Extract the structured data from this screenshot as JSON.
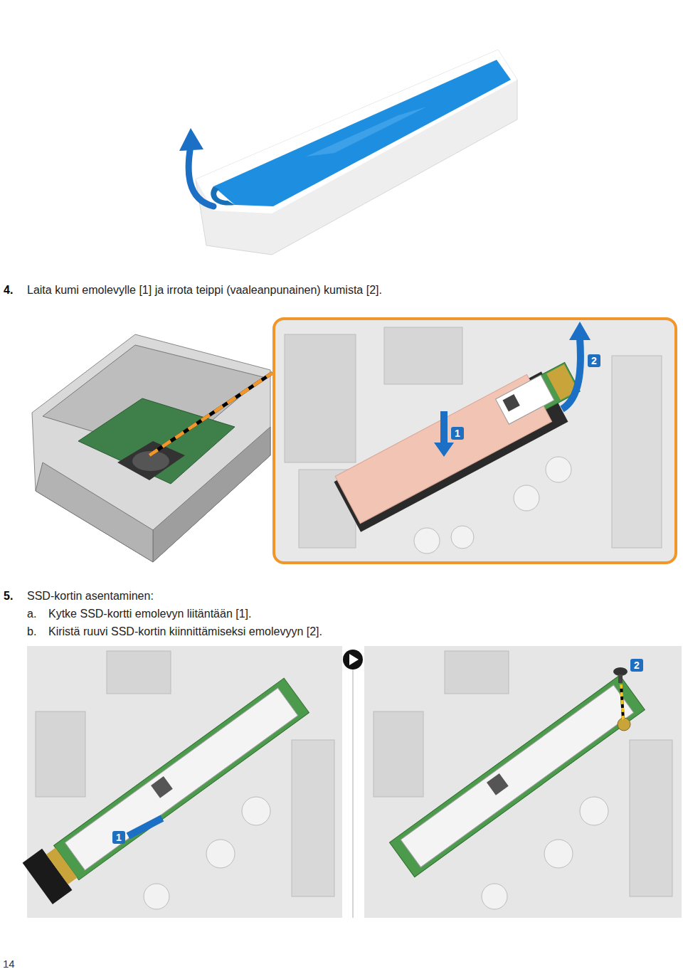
{
  "diagram": {
    "labels": [
      "4.",
      "Laita kumi emolevylle [1] ja irrota teippi (vaaleanpunainen) kumista [2].",
      "1",
      "2",
      "5.",
      "SSD-kortin asentaminen:",
      "a.",
      "Kytke SSD-kortti emolevyn liitäntään [1].",
      "b.",
      "Kiristä ruuvi SSD-kortin kiinnittämiseksi emolevyyn [2].",
      "1",
      "2",
      "14"
    ]
  }
}
